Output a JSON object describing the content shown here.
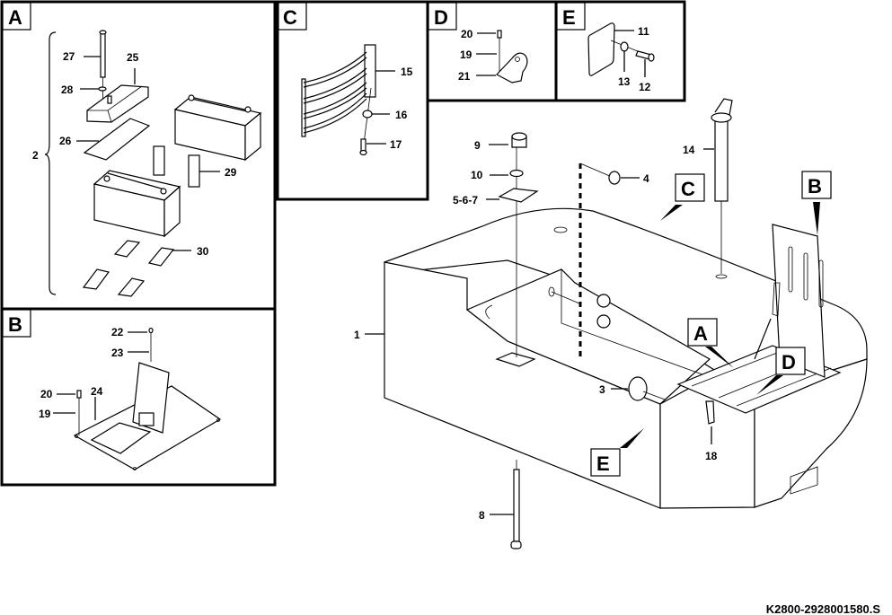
{
  "document_code": "K2800-2928001580.S",
  "detail_views": {
    "A": {
      "tag": "A",
      "assembly_label": "2",
      "callouts": {
        "c27": "27",
        "c25": "25",
        "c28": "28",
        "c26": "26",
        "c29": "29",
        "c30": "30"
      }
    },
    "B": {
      "tag": "B",
      "callouts": {
        "c22": "22",
        "c23": "23",
        "c20": "20",
        "c24": "24",
        "c19": "19"
      }
    },
    "C": {
      "tag": "C",
      "callouts": {
        "c15": "15",
        "c16": "16",
        "c17": "17"
      }
    },
    "D": {
      "tag": "D",
      "callouts": {
        "c20": "20",
        "c19": "19",
        "c21": "21"
      }
    },
    "E": {
      "tag": "E",
      "callouts": {
        "c11": "11",
        "c13": "13",
        "c12": "12"
      }
    }
  },
  "main_view": {
    "callouts": {
      "c1": "1",
      "c3": "3",
      "c4": "4",
      "c567": "5-6-7",
      "c8": "8",
      "c9": "9",
      "c10": "10",
      "c14": "14",
      "c18": "18"
    },
    "reference_tags": {
      "A": "A",
      "B": "B",
      "C": "C",
      "D": "D",
      "E": "E"
    }
  }
}
